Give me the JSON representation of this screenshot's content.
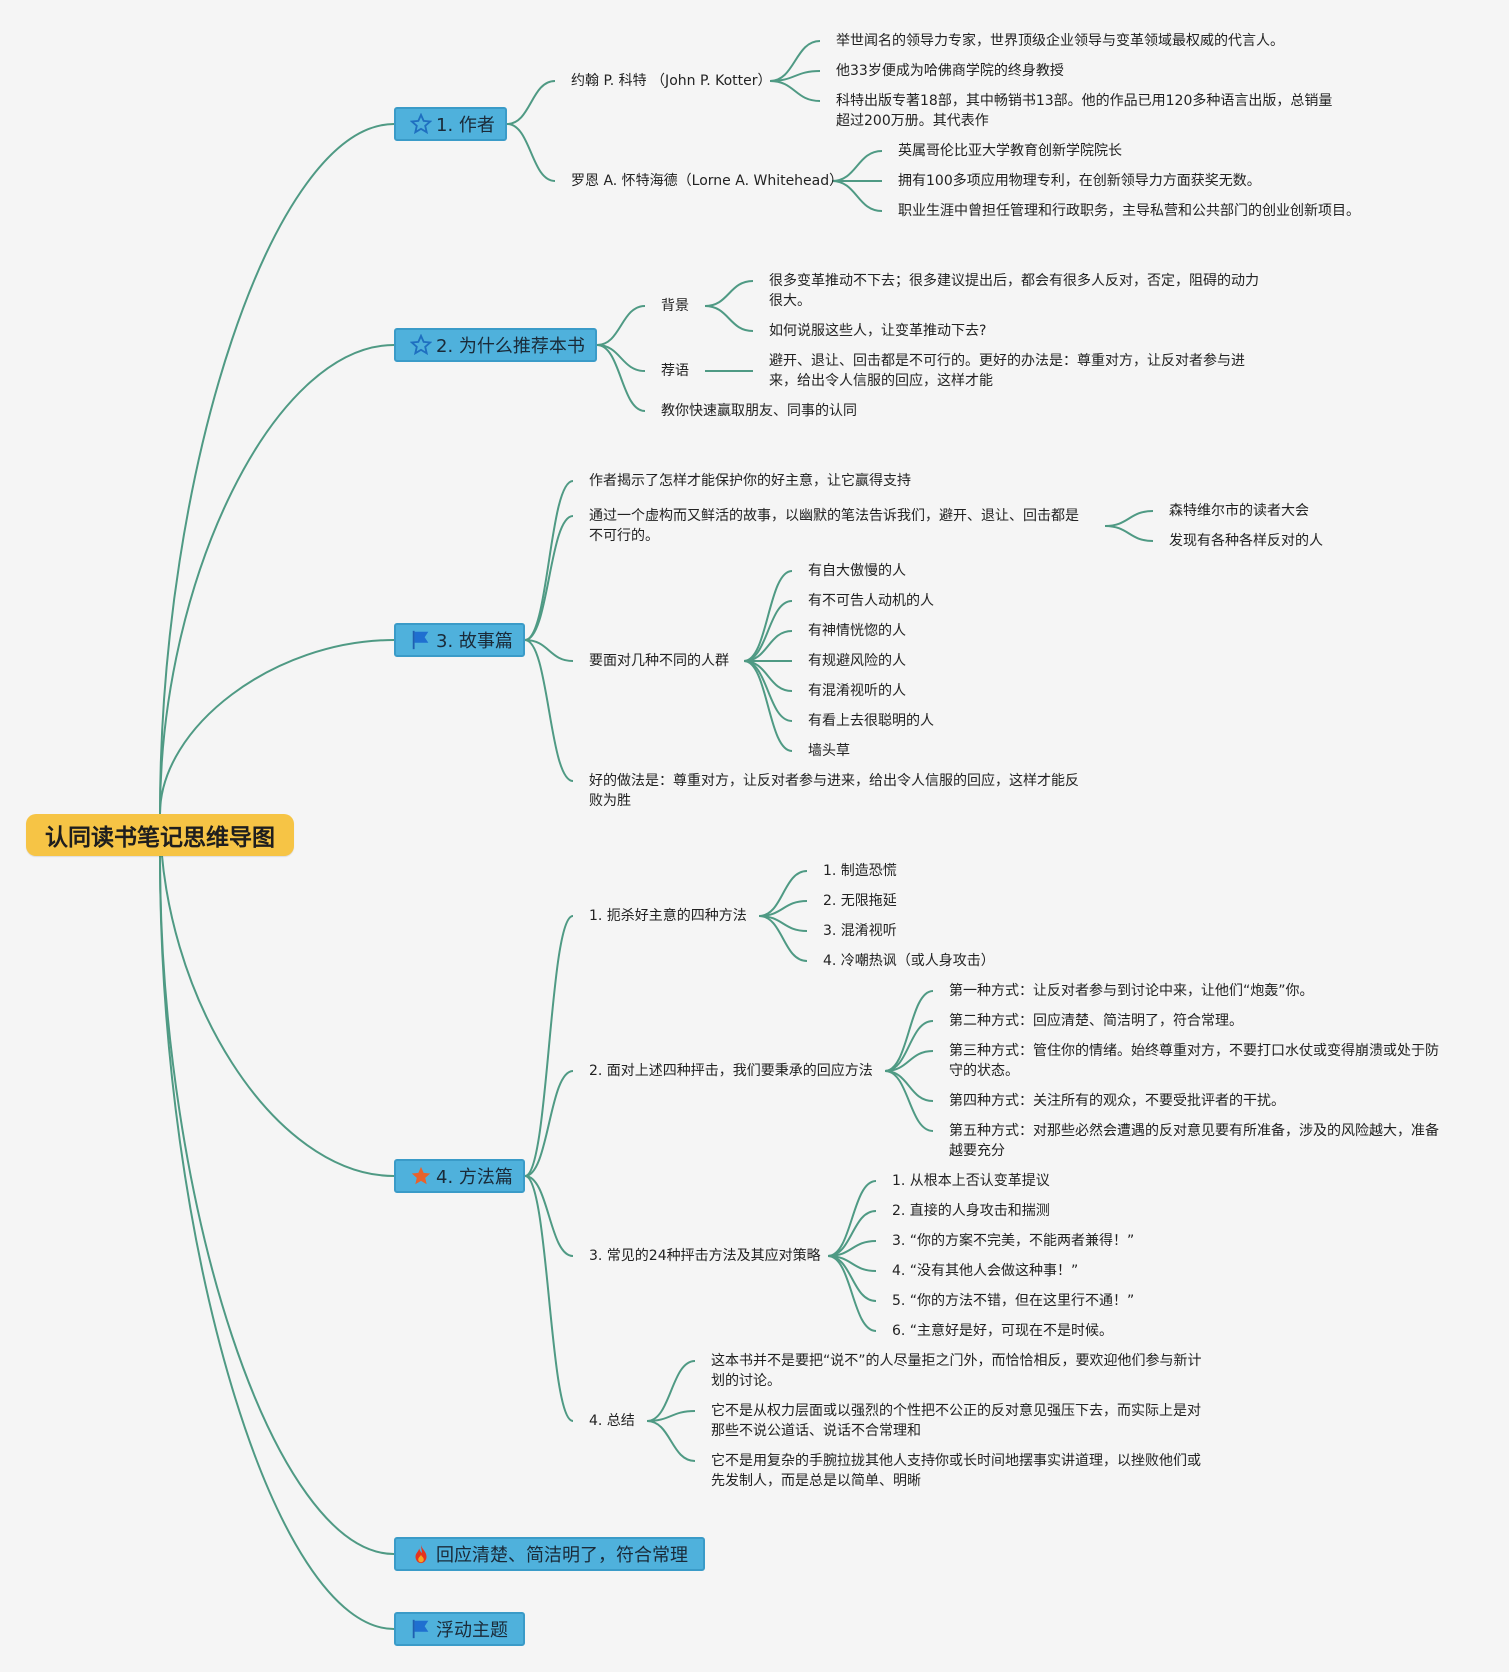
{
  "root": "认同读书笔记思维导图",
  "topics": [
    {
      "label": "1. 作者",
      "icon": "star-outline-icon"
    },
    {
      "label": "2. 为什么推荐本书",
      "icon": "star-outline-icon"
    },
    {
      "label": "3. 故事篇",
      "icon": "blue-flag-icon"
    },
    {
      "label": "4. 方法篇",
      "icon": "orange-star-icon"
    },
    {
      "label": "回应清楚、简洁明了，符合常理",
      "icon": "fire-icon"
    },
    {
      "label": "浮动主题",
      "icon": "blue-flag-icon"
    }
  ],
  "author": {
    "kotter": {
      "name": "约翰 P. 科特 （John P. Kotter）",
      "details": [
        "举世闻名的领导力专家，世界顶级企业领导与变革领域最权威的代言人。",
        "他33岁便成为哈佛商学院的终身教授",
        "科特出版专著18部，其中畅销书13部。他的作品已用120多种语言出版，总销量超过200万册。其代表作"
      ]
    },
    "whitehead": {
      "name": "罗恩 A. 怀特海德（Lorne A. Whitehead）",
      "details": [
        "英属哥伦比亚大学教育创新学院院长",
        "拥有100多项应用物理专利，在创新领导力方面获奖无数。",
        "职业生涯中曾担任管理和行政职务，主导私营和公共部门的创业创新项目。"
      ]
    }
  },
  "why": {
    "background": {
      "label": "背景",
      "details": [
        "很多变革推动不下去；很多建议提出后，都会有很多人反对，否定，阻碍的动力很大。",
        "如何说服这些人，让变革推动下去?"
      ]
    },
    "blurb": {
      "label": "荐语",
      "detail": "避开、退让、回击都是不可行的。更好的办法是：尊重对方，让反对者参与进来，给出令人信服的回应，这样才能"
    },
    "extra": "教你快速赢取朋友、同事的认同"
  },
  "story": {
    "reveal": "作者揭示了怎样才能保护你的好主意，让它赢得支持",
    "fiction": {
      "text": "通过一个虚构而又鲜活的故事，以幽默的笔法告诉我们，避开、退让、回击都是不可行的。",
      "children": [
        "森特维尔市的读者大会",
        "发现有各种各样反对的人"
      ]
    },
    "groups": {
      "label": "要面对几种不同的人群",
      "items": [
        "有自大傲慢的人",
        "有不可告人动机的人",
        "有神情恍惚的人",
        "有规避风险的人",
        "有混淆视听的人",
        "有看上去很聪明的人",
        "墙头草"
      ]
    },
    "good": "好的做法是：尊重对方，让反对者参与进来，给出令人信服的回应，这样才能反败为胜"
  },
  "method": {
    "kill": {
      "label": "1. 扼杀好主意的四种方法",
      "items": [
        "1. 制造恐慌",
        "2. 无限拖延",
        "3. 混淆视听",
        "4. 冷嘲热讽（或人身攻击）"
      ]
    },
    "respond": {
      "label": "2. 面对上述四种抨击，我们要秉承的回应方法",
      "items": [
        "第一种方式：让反对者参与到讨论中来，让他们“炮轰”你。",
        "第二种方式：回应清楚、简洁明了，符合常理。",
        "第三种方式：管住你的情绪。始终尊重对方，不要打口水仗或变得崩溃或处于防守的状态。",
        "第四种方式：关注所有的观众，不要受批评者的干扰。",
        "第五种方式：对那些必然会遭遇的反对意见要有所准备，涉及的风险越大，准备越要充分"
      ]
    },
    "attacks": {
      "label": "3. 常见的24种抨击方法及其应对策略",
      "items": [
        "1. 从根本上否认变革提议",
        "2. 直接的人身攻击和揣测",
        "3. “你的方案不完美，不能两者兼得！”",
        "4. “没有其他人会做这种事！”",
        "5. “你的方法不错，但在这里行不通！”",
        "6. “主意好是好，可现在不是时候。"
      ]
    },
    "summary": {
      "label": "4. 总结",
      "items": [
        "这本书并不是要把“说不”的人尽量拒之门外，而恰恰相反，要欢迎他们参与新计划的讨论。",
        "它不是从权力层面或以强烈的个性把不公正的反对意见强压下去，而实际上是对那些不说公道话、说话不合常理和",
        "它不是用复杂的手腕拉拢其他人支持你或长时间地摆事实讲道理，以挫败他们或先发制人，而是总是以简单、明晰"
      ]
    }
  },
  "colors": {
    "root": "#f6c445",
    "topic": "#4fb1dc",
    "link": "#4f9a84",
    "background": "#f5f5f5"
  }
}
